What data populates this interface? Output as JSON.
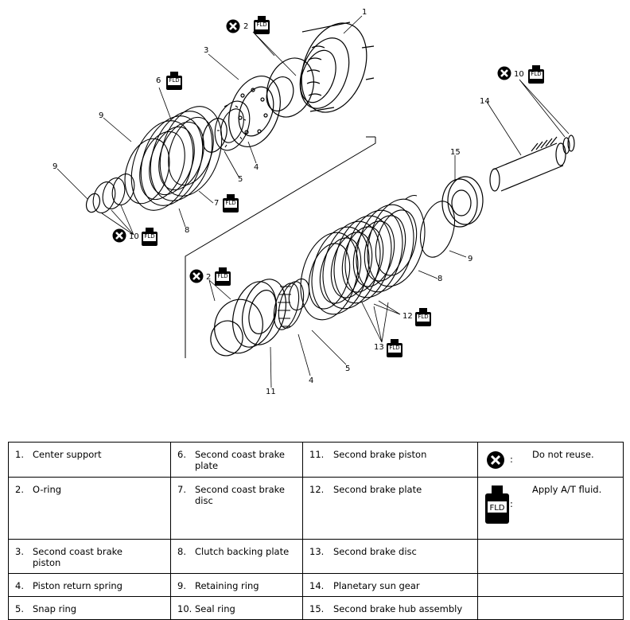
{
  "diagram": {
    "callouts": {
      "c1": "1",
      "c2a": "2",
      "c2b": "2",
      "c3": "3",
      "c4a": "4",
      "c4b": "4",
      "c5a": "5",
      "c5b": "5",
      "c6": "6",
      "c7": "7",
      "c8a": "8",
      "c8b": "8",
      "c9a": "9",
      "c9b": "9",
      "c9c": "9",
      "c10a": "10",
      "c10b": "10",
      "c11": "11",
      "c12": "12",
      "c13": "13",
      "c14": "14",
      "c15": "15"
    },
    "fluid_tag": "FLD"
  },
  "legend": {
    "rows": [
      [
        {
          "n": "1.",
          "t": "Center support"
        },
        {
          "n": "6.",
          "t": "Second coast brake plate"
        },
        {
          "n": "11.",
          "t": "Second brake piston"
        }
      ],
      [
        {
          "n": "2.",
          "t": "O-ring"
        },
        {
          "n": "7.",
          "t": "Second coast brake disc"
        },
        {
          "n": "12.",
          "t": "Second brake plate"
        }
      ],
      [
        {
          "n": "3.",
          "t": "Second coast brake piston"
        },
        {
          "n": "8.",
          "t": "Clutch backing plate"
        },
        {
          "n": "13.",
          "t": "Second brake disc"
        }
      ],
      [
        {
          "n": "4.",
          "t": "Piston return spring"
        },
        {
          "n": "9.",
          "t": "Retaining ring"
        },
        {
          "n": "14.",
          "t": "Planetary sun gear"
        }
      ],
      [
        {
          "n": "5.",
          "t": "Snap ring"
        },
        {
          "n": "10.",
          "t": "Seal ring"
        },
        {
          "n": "15.",
          "t": "Second brake hub assembly"
        }
      ]
    ],
    "symbols": {
      "no_reuse": {
        "icon": "do-not-reuse-icon",
        "colon": ":",
        "text": "Do not reuse."
      },
      "apply_fluid": {
        "icon": "fluid-bottle-icon",
        "tag": "FLD",
        "colon": ":",
        "text": "Apply A/T fluid."
      }
    }
  }
}
